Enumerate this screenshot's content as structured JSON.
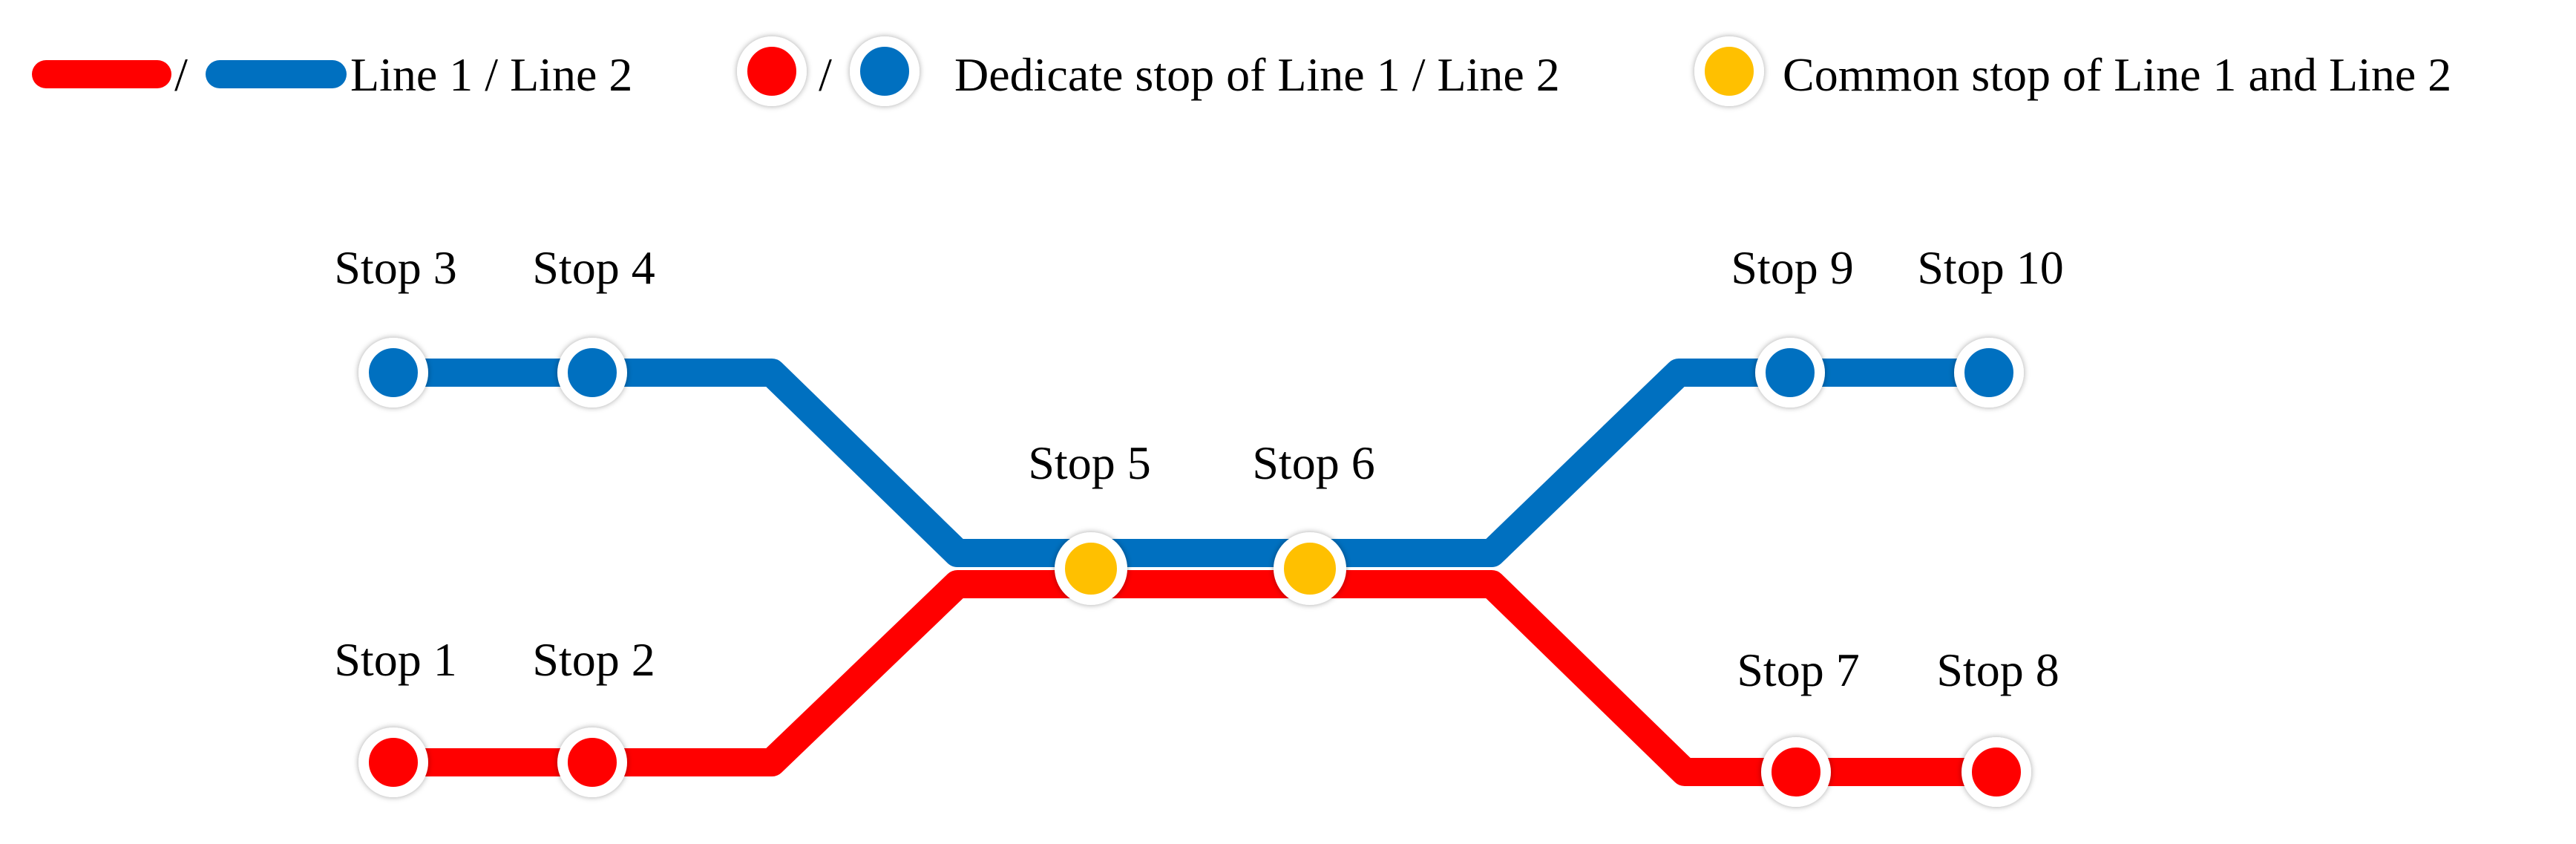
{
  "legend": {
    "line_item": {
      "separator": "/",
      "text": "Line 1 / Line 2"
    },
    "dedicated_stop_item": {
      "separator": "/",
      "text": "Dedicate stop of Line 1 / Line 2"
    },
    "common_stop_item": {
      "text": "Common stop of Line 1 and Line 2"
    }
  },
  "colors": {
    "line_1": "#ff0000",
    "line_2": "#0070c0",
    "common_stop": "#ffc000",
    "stop_border": "#ffffff",
    "label": "#000000"
  },
  "lines": [
    {
      "id": "line-1",
      "color_key": "line_1"
    },
    {
      "id": "line-2",
      "color_key": "line_2"
    }
  ],
  "stops": [
    {
      "id": "stop-1",
      "label": "Stop 1",
      "type": "dedicated",
      "line": "line-1"
    },
    {
      "id": "stop-2",
      "label": "Stop 2",
      "type": "dedicated",
      "line": "line-1"
    },
    {
      "id": "stop-3",
      "label": "Stop 3",
      "type": "dedicated",
      "line": "line-2"
    },
    {
      "id": "stop-4",
      "label": "Stop 4",
      "type": "dedicated",
      "line": "line-2"
    },
    {
      "id": "stop-5",
      "label": "Stop 5",
      "type": "common",
      "line": "both"
    },
    {
      "id": "stop-6",
      "label": "Stop 6",
      "type": "common",
      "line": "both"
    },
    {
      "id": "stop-7",
      "label": "Stop 7",
      "type": "dedicated",
      "line": "line-1"
    },
    {
      "id": "stop-8",
      "label": "Stop 8",
      "type": "dedicated",
      "line": "line-1"
    },
    {
      "id": "stop-9",
      "label": "Stop 9",
      "type": "dedicated",
      "line": "line-2"
    },
    {
      "id": "stop-10",
      "label": "Stop 10",
      "type": "dedicated",
      "line": "line-2"
    }
  ]
}
